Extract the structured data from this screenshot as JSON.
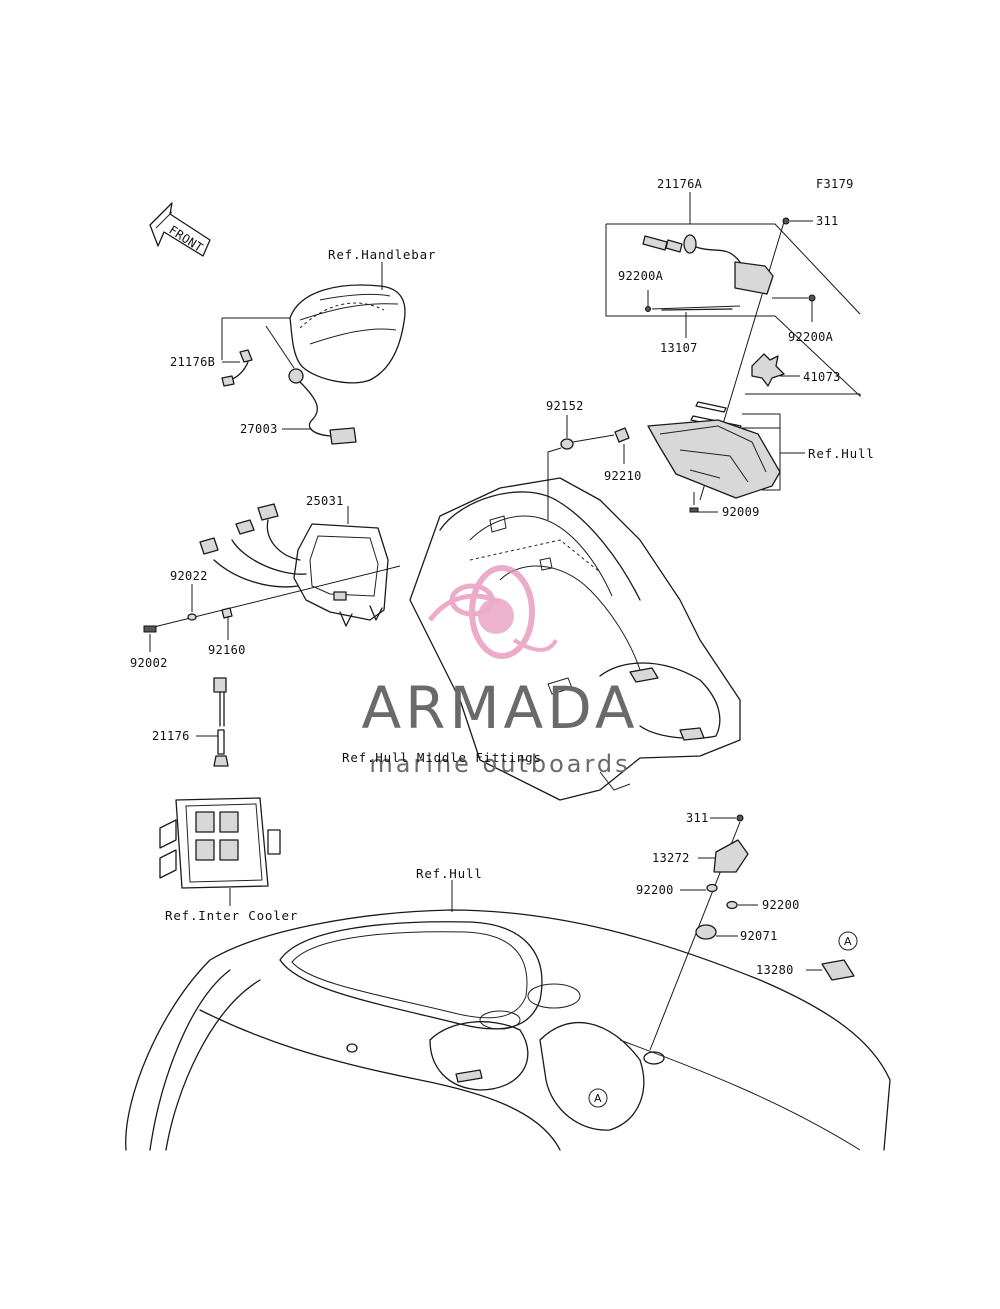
{
  "figure_code": "F3179",
  "front_arrow_label": "FRONT",
  "refs": {
    "handlebar": "Ref.Handlebar",
    "hull_top": "Ref.Hull",
    "hull_middle": "Ref.Hull Middle Fittings",
    "inter_cooler": "Ref.Inter Cooler",
    "hull_bottom": "Ref.Hull"
  },
  "part_labels": {
    "p21176A": "21176A",
    "p311_top": "311",
    "p92200A_left": "92200A",
    "p92200A_right": "92200A",
    "p13107": "13107",
    "p41073": "41073",
    "p92152": "92152",
    "p92210": "92210",
    "p92009": "92009",
    "p21176B": "21176B",
    "p27003": "27003",
    "p25031": "25031",
    "p92022": "92022",
    "p92002": "92002",
    "p92160": "92160",
    "p21176": "21176",
    "p311_bottom": "311",
    "p13272": "13272",
    "p92200_left": "92200",
    "p92200_right": "92200",
    "p92071": "92071",
    "p13280": "13280"
  },
  "callouts": {
    "a_top": "A",
    "a_bottom": "A"
  },
  "watermark": {
    "brand": "ARMADA",
    "tagline": "marine outboards",
    "accent_color": "#e58fb7",
    "text_color": "#6a6a6a"
  }
}
